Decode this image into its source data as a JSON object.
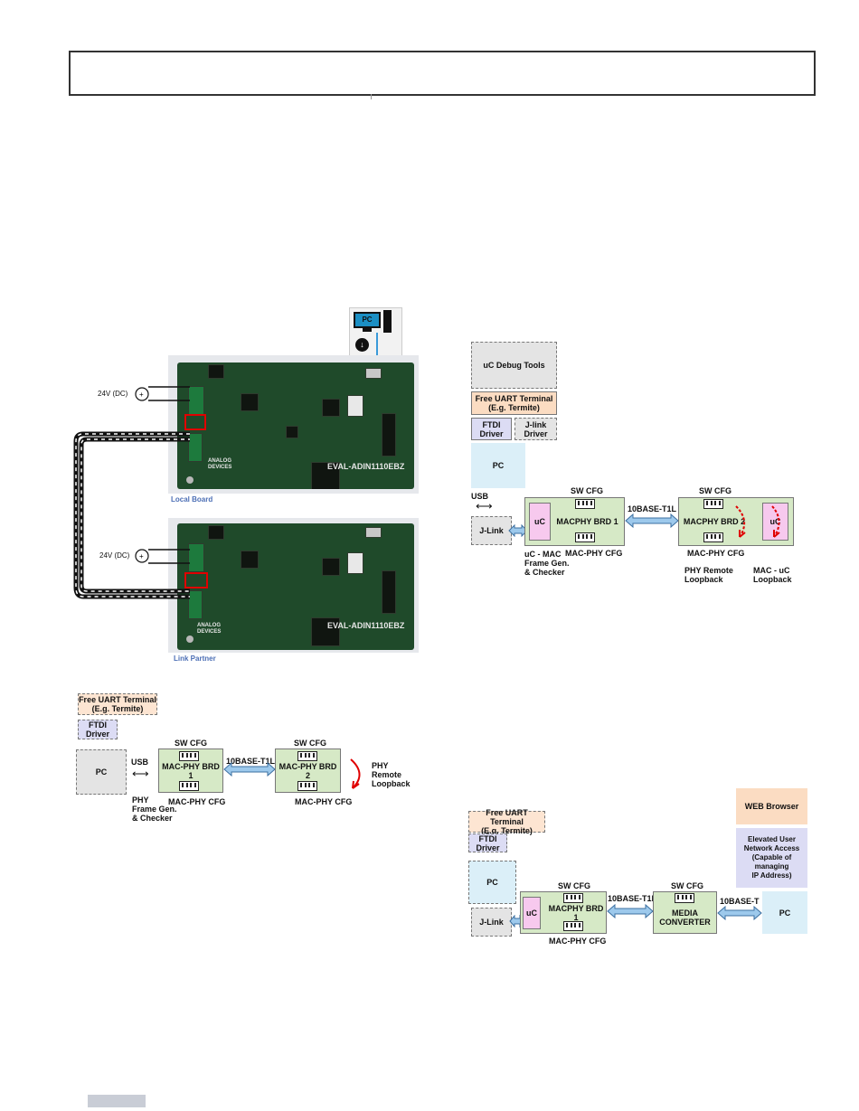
{
  "fig1": {
    "supply_top": "24V (DC)",
    "supply_bottom": "24V (DC)",
    "pc_label": "PC",
    "board_marking_top": "EVAL-ADIN1110EBZ",
    "board_marking_bottom": "EVAL-ADIN1110EBZ",
    "logo_text": "ANALOG DEVICES",
    "caption_local": "Local Board",
    "caption_partner": "Link Partner"
  },
  "fig2": {
    "uart_line1": "Free UART Terminal",
    "uart_line2": "(E.g. Termite)",
    "ftdi_line1": "FTDI",
    "ftdi_line2": "Driver",
    "pc": "PC",
    "usb": "USB",
    "sw_cfg_1": "SW CFG",
    "sw_cfg_2": "SW CFG",
    "brd1": "MAC-PHY BRD 1",
    "brd2": "MAC-PHY BRD 2",
    "link": "10BASE-T1L",
    "macphy_cfg_1": "MAC-PHY CFG",
    "macphy_cfg_2": "MAC-PHY CFG",
    "phy_fg_1": "PHY",
    "phy_fg_2": "Frame Gen.",
    "phy_fg_3": "& Checker",
    "remote_1": "PHY",
    "remote_2": "Remote",
    "remote_3": "Loopback"
  },
  "fig3": {
    "debug": "uC Debug Tools",
    "uart_line1": "Free UART Terminal",
    "uart_line2": "(E.g. Termite)",
    "ftdi_line1": "FTDI",
    "ftdi_line2": "Driver",
    "jlink_line1": "J-link",
    "jlink_line2": "Driver",
    "pc": "PC",
    "usb": "USB",
    "jlink": "J-Link",
    "uc1": "uC",
    "uc2": "uC",
    "sw_cfg_1": "SW CFG",
    "sw_cfg_2": "SW CFG",
    "brd1": "MACPHY BRD 1",
    "brd2": "MACPHY BRD 2",
    "link": "10BASE-T1L",
    "macphy_cfg_1": "MAC-PHY CFG",
    "macphy_cfg_2": "MAC-PHY CFG",
    "ucmac_1": "uC - MAC",
    "ucmac_2": "Frame Gen.",
    "ucmac_3": "& Checker",
    "remote_1": "PHY Remote",
    "remote_2": "Loopback",
    "macuc_1": "MAC - uC",
    "macuc_2": "Loopback"
  },
  "fig4": {
    "uart_line1": "Free UART Terminal",
    "uart_line2": "(E.g. Termite)",
    "ftdi_line1": "FTDI",
    "ftdi_line2": "Driver",
    "pc_left": "PC",
    "jlink": "J-Link",
    "uc": "uC",
    "sw_cfg_1": "SW CFG",
    "sw_cfg_2": "SW CFG",
    "brd1": "MACPHY BRD 1",
    "link1": "10BASE-T1L",
    "media_1": "MEDIA",
    "media_2": "CONVERTER",
    "link2": "10BASE-T",
    "pc_right": "PC",
    "macphy_cfg": "MAC-PHY CFG",
    "web": "WEB Browser",
    "elev_1": "Elevated User",
    "elev_2": "Network Access",
    "elev_3": "(Capable of",
    "elev_4": "managing",
    "elev_5": "IP Address)"
  }
}
